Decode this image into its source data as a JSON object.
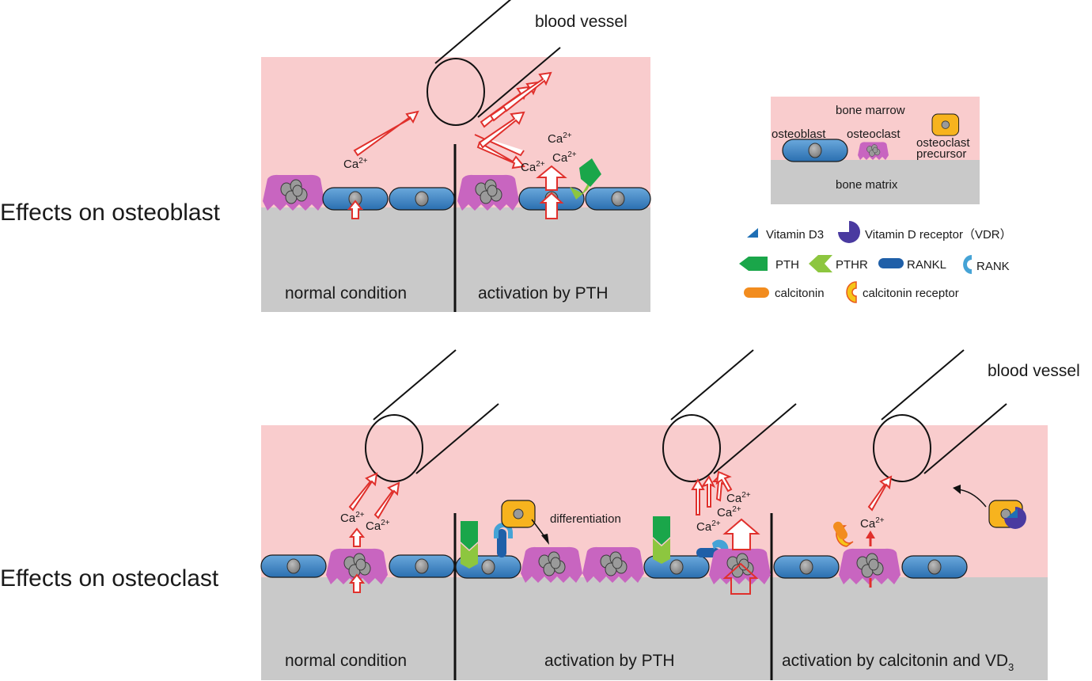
{
  "section_titles": {
    "osteoblast": "Effects on osteoblast",
    "osteoclast": "Effects on osteoclast"
  },
  "labels": {
    "blood_vessel": "blood vessel",
    "normal_condition": "normal condition",
    "activation_pth": "activation by PTH",
    "activation_calcitonin_prefix": "activation by calcitonin and VD",
    "activation_calcitonin_sub": "3",
    "differentiation": "differentiation",
    "ca_base": "Ca",
    "ca_sup": "2+"
  },
  "legend": {
    "bone_marrow": "bone marrow",
    "osteoblast": "osteoblast",
    "osteoclast": "osteoclast",
    "precursor_line1": "osteoclast",
    "precursor_line2": "precursor",
    "bone_matrix": "bone matrix",
    "vitamin_d3": "Vitamin D3",
    "vdr": "Vitamin D receptor（VDR）",
    "pth": "PTH",
    "pthr": "PTHR",
    "rankl": "RANKL",
    "rank": "RANK",
    "calcitonin": "calcitonin",
    "calcitonin_receptor": "calcitonin receptor"
  },
  "colors": {
    "bone_marrow": "#f9cccd",
    "bone_matrix": "#c9c9c9",
    "osteoblast": "#3d86c6",
    "osteoclast": "#c865c0",
    "precursor": "#f7b31e",
    "ca_arrow": "#e0302c",
    "pth": "#1aa64a",
    "pthr": "#8dc63f",
    "rankl": "#1f5fa8",
    "rank": "#45a3d6",
    "calcitonin": "#f28c1e",
    "calcitonin_receptor": "#f5c518",
    "vitamin_d3": "#1f6fb5",
    "vdr": "#4a3aa0"
  }
}
